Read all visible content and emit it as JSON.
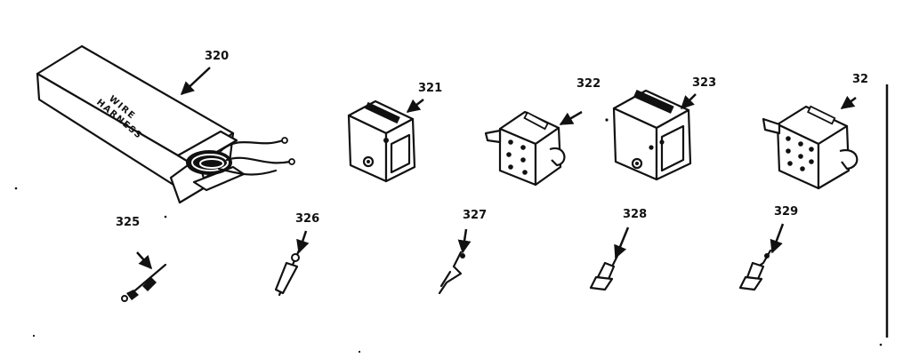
{
  "box_text": [
    "WIRE",
    "HARNESS"
  ],
  "parts": [
    {
      "id": "320",
      "name": "wire harness box"
    },
    {
      "id": "321",
      "name": "connector housing"
    },
    {
      "id": "322",
      "name": "connector housing"
    },
    {
      "id": "323",
      "name": "connector housing"
    },
    {
      "id": "32",
      "name": "connector housing"
    },
    {
      "id": "325",
      "name": "terminal"
    },
    {
      "id": "326",
      "name": "terminal"
    },
    {
      "id": "327",
      "name": "terminal"
    },
    {
      "id": "328",
      "name": "terminal"
    },
    {
      "id": "329",
      "name": "terminal"
    }
  ]
}
